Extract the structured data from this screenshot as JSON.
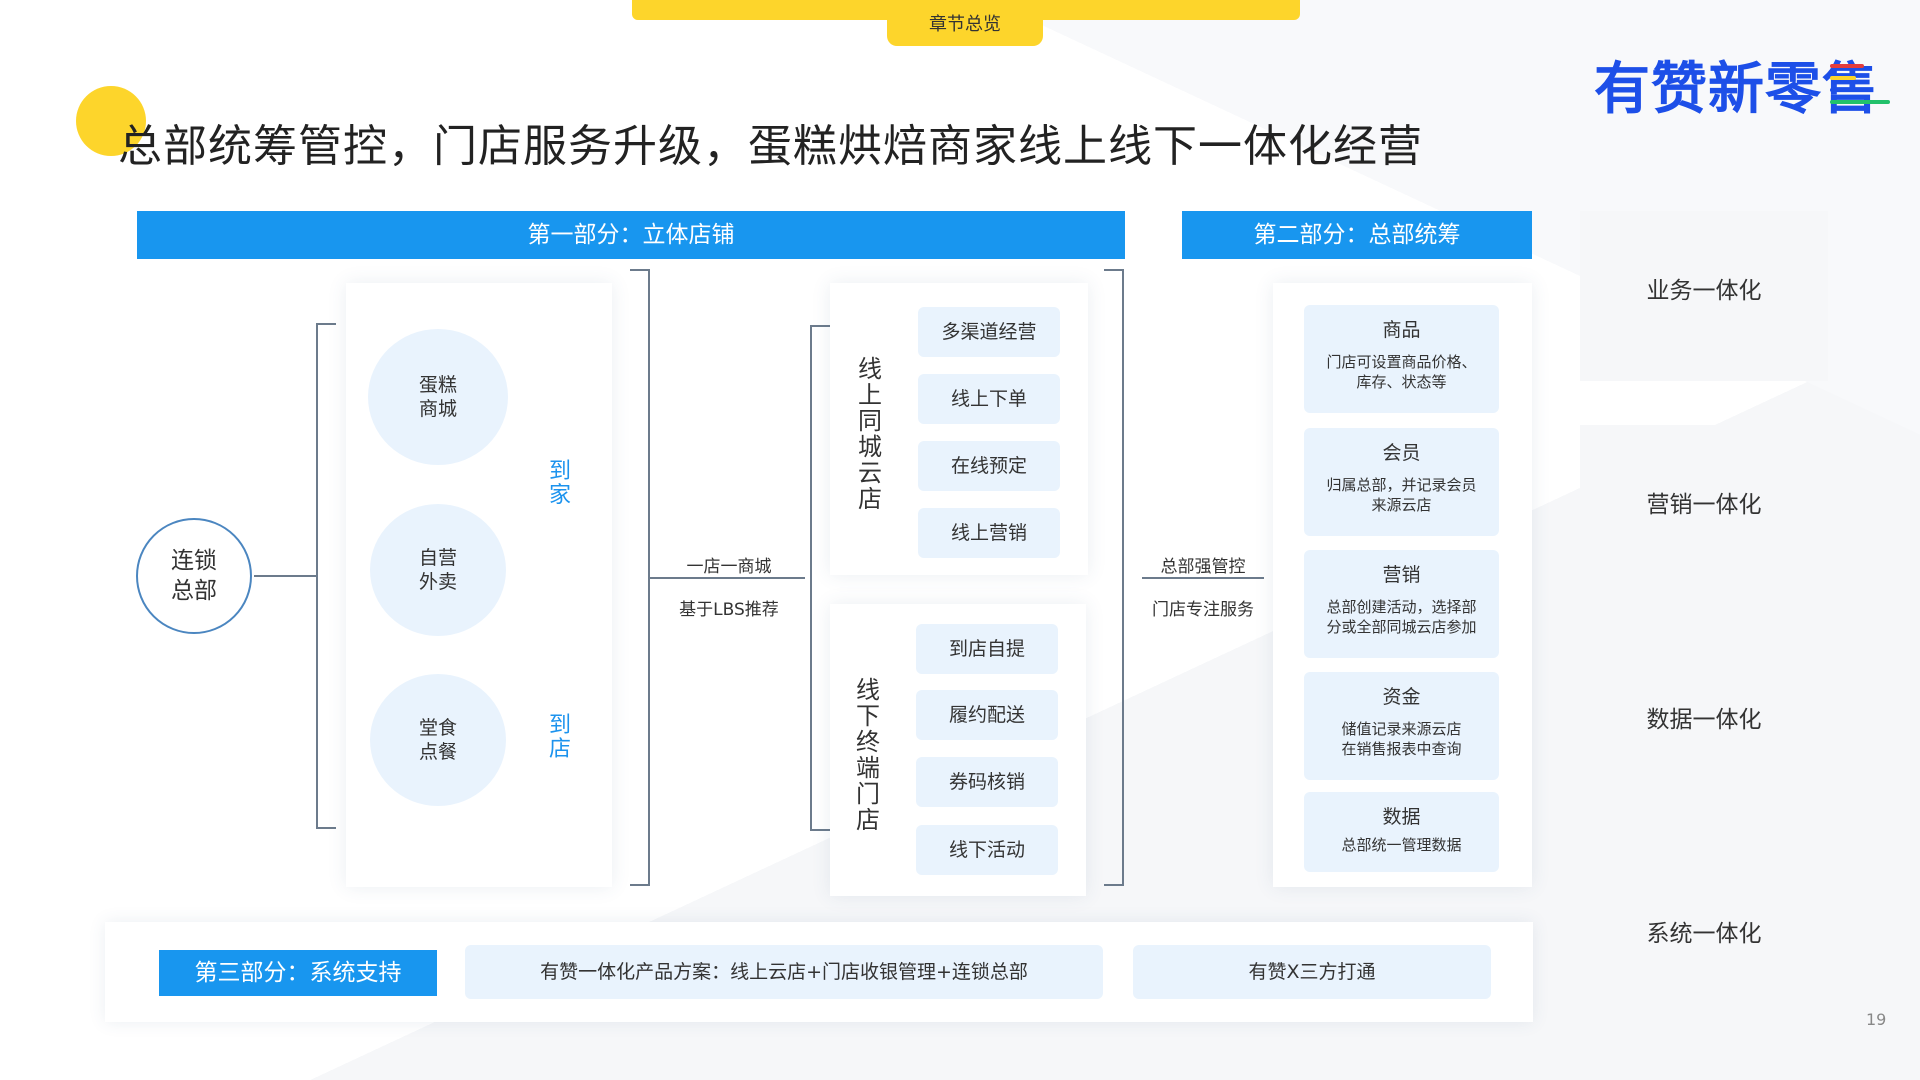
{
  "chapter_tab": "章节总览",
  "title": "总部统筹管控，门店服务升级，蛋糕烘焙商家线上线下一体化经营",
  "logo": {
    "text": "有赞新零售",
    "line_colors": [
      "#e43d3d",
      "#fdd52b",
      "#1d4fe8",
      "#22c16b"
    ]
  },
  "part1": {
    "header": "第一部分：立体店铺",
    "hq": "连锁\n总部",
    "circles": [
      "蛋糕\n商城",
      "自营\n外卖",
      "堂食\n点餐"
    ],
    "to_home": "到家",
    "to_store": "到店",
    "mid_label_top": "一店一商城",
    "mid_label_bottom": "基于LBS推荐",
    "online_group_label": "线上同城云店",
    "online_items": [
      "多渠道经营",
      "线上下单",
      "在线预定",
      "线上营销"
    ],
    "offline_group_label": "线下终端门店",
    "offline_items": [
      "到店自提",
      "履约配送",
      "券码核销",
      "线下活动"
    ]
  },
  "part2": {
    "header": "第二部分：总部统筹",
    "label_top": "总部强管控",
    "label_bottom": "门店专注服务",
    "cards": [
      {
        "title": "商品",
        "desc": "门店可设置商品价格、\n库存、状态等"
      },
      {
        "title": "会员",
        "desc": "归属总部，并记录会员\n来源云店"
      },
      {
        "title": "营销",
        "desc": "总部创建活动，选择部\n分或全部同城云店参加"
      },
      {
        "title": "资金",
        "desc": "储值记录来源云店\n在销售报表中查询"
      },
      {
        "title": "数据",
        "desc": "总部统一管理数据"
      }
    ]
  },
  "integration": [
    "业务一体化",
    "营销一体化",
    "数据一体化",
    "系统一体化"
  ],
  "part3": {
    "header": "第三部分：系统支持",
    "solution": "有赞一体化产品方案：线上云店+门店收银管理+连锁总部",
    "third_party": "有赞X三方打通"
  },
  "page_number": "19"
}
